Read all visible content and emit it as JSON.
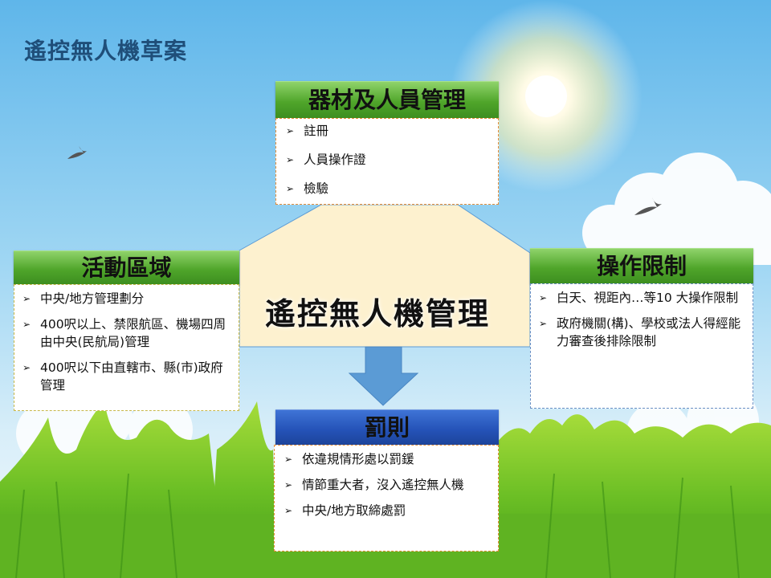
{
  "title": "遙控無人機草案",
  "center_label": "遙控無人機管理",
  "sections": {
    "equipment": {
      "header": "器材及人員管理",
      "items": [
        "註冊",
        "人員操作證",
        "檢驗"
      ]
    },
    "area": {
      "header": "活動區域",
      "items": [
        "中央/地方管理劃分",
        "400呎以上、禁限航區、機場四周由中央(民航局)管理",
        "400呎以下由直轄市、縣(市)政府管理"
      ]
    },
    "restriction": {
      "header": "操作限制",
      "items": [
        "白天、視距內…等10 大操作限制",
        "政府機關(構)、學校或法人得經能力審查後排除限制"
      ]
    },
    "penalty": {
      "header": "罰則",
      "items": [
        "依違規情形處以罰鍰",
        "情節重大者，沒入遙控無人機",
        "中央/地方取締處罰"
      ]
    }
  },
  "colors": {
    "title": "#1f4e79",
    "green_header": "#4fa52a",
    "blue_header": "#2553b8",
    "center_fill": "#fdf1cf",
    "down_arrow": "#5b9bd5"
  },
  "icons": [
    "bullet-arrow-icon",
    "down-arrow-icon",
    "sun-icon",
    "bird-icon",
    "cloud-icon",
    "grass"
  ]
}
